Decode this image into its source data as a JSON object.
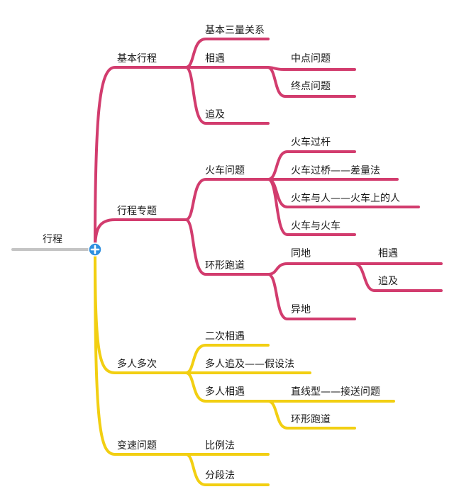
{
  "colors": {
    "root_line": "#c4c4c4",
    "magenta": "#d23c6e",
    "yellow": "#f2cf12",
    "hub": "#2f8fdf"
  },
  "icons": {
    "hub": "plus-circle-icon"
  },
  "root": {
    "label": "行程"
  },
  "branches": [
    {
      "label": "基本行程",
      "children": [
        {
          "label": "基本三量关系"
        },
        {
          "label": "相遇",
          "children": [
            {
              "label": "中点问题"
            },
            {
              "label": "终点问题"
            }
          ]
        },
        {
          "label": "追及"
        }
      ]
    },
    {
      "label": "行程专题",
      "children": [
        {
          "label": "火车问题",
          "children": [
            {
              "label": "火车过杆"
            },
            {
              "label": "火车过桥——差量法"
            },
            {
              "label": "火车与人——火车上的人"
            },
            {
              "label": "火车与火车"
            }
          ]
        },
        {
          "label": "环形跑道",
          "children": [
            {
              "label": "同地",
              "children": [
                {
                  "label": "相遇"
                },
                {
                  "label": "追及"
                }
              ]
            },
            {
              "label": "异地"
            }
          ]
        }
      ]
    },
    {
      "label": "多人多次",
      "children": [
        {
          "label": "二次相遇"
        },
        {
          "label": "多人追及——假设法"
        },
        {
          "label": "多人相遇",
          "children": [
            {
              "label": "直线型——接送问题"
            },
            {
              "label": "环形跑道"
            }
          ]
        }
      ]
    },
    {
      "label": "变速问题",
      "children": [
        {
          "label": "比例法"
        },
        {
          "label": "分段法"
        }
      ]
    }
  ]
}
